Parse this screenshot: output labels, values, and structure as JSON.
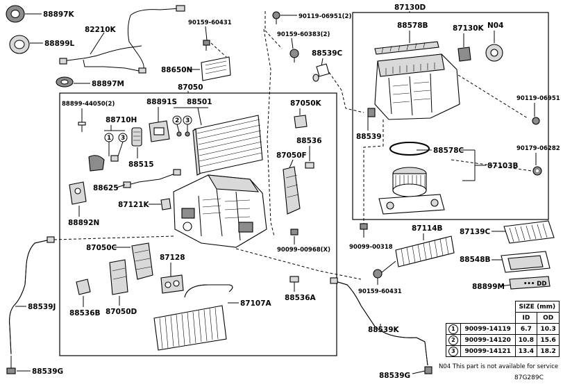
{
  "parts": {
    "p88897K": "88897K",
    "p88899L": "88899L",
    "p88897M": "88897M",
    "p82210K": "82210K",
    "p90159_60431_a": "90159-60431",
    "p88650N": "88650N",
    "p90119_06951_2": "90119-06951(2)",
    "p90159_60383_2": "90159-60383(2)",
    "p88539C": "88539C",
    "p87130D": "87130D",
    "p88578B": "88578B",
    "p87130K": "87130K",
    "pN04": "N04",
    "p90119_06951": "90119-06951",
    "p90179_06282": "90179-06282",
    "p88539": "88539",
    "p88578C": "88578C",
    "p87103B": "87103B",
    "p87050": "87050",
    "p88899_44050_2": "88899-44050(2)",
    "p88891S": "88891S",
    "p88501": "88501",
    "p88710H": "88710H",
    "p88515": "88515",
    "p87050K": "87050K",
    "p88536": "88536",
    "p87050F": "87050F",
    "p88625": "88625",
    "p87121K": "87121K",
    "p88892N": "88892N",
    "p90099_00968_X": "90099-00968(X)",
    "p87050C": "87050C",
    "p87128": "87128",
    "p87107A": "87107A",
    "p88536A": "88536A",
    "p88536B": "88536B",
    "p87050D": "87050D",
    "p88539J": "88539J",
    "p88539G_a": "88539G",
    "p88539K": "88539K",
    "p88539G_b": "88539G",
    "p90099_00318": "90099-00318",
    "p87114B": "87114B",
    "p87139C": "87139C",
    "p88548B": "88548B",
    "p88899M": "88899M",
    "p90159_60431_b": "90159-60431"
  },
  "callouts": {
    "c1": "1",
    "c2": "2",
    "c3": "3"
  },
  "size_table": {
    "title": "SIZE (mm)",
    "col_id": "ID",
    "col_od": "OD",
    "rows": [
      {
        "ref": "1",
        "part": "90099-14119",
        "id": "6.7",
        "od": "10.3"
      },
      {
        "ref": "2",
        "part": "90099-14120",
        "id": "10.8",
        "od": "15.6"
      },
      {
        "ref": "3",
        "part": "90099-14121",
        "id": "13.4",
        "od": "18.2"
      }
    ]
  },
  "note": "N04 This part is not available for service",
  "diagram_code": "87G289C",
  "filter_marking": "••• DD"
}
